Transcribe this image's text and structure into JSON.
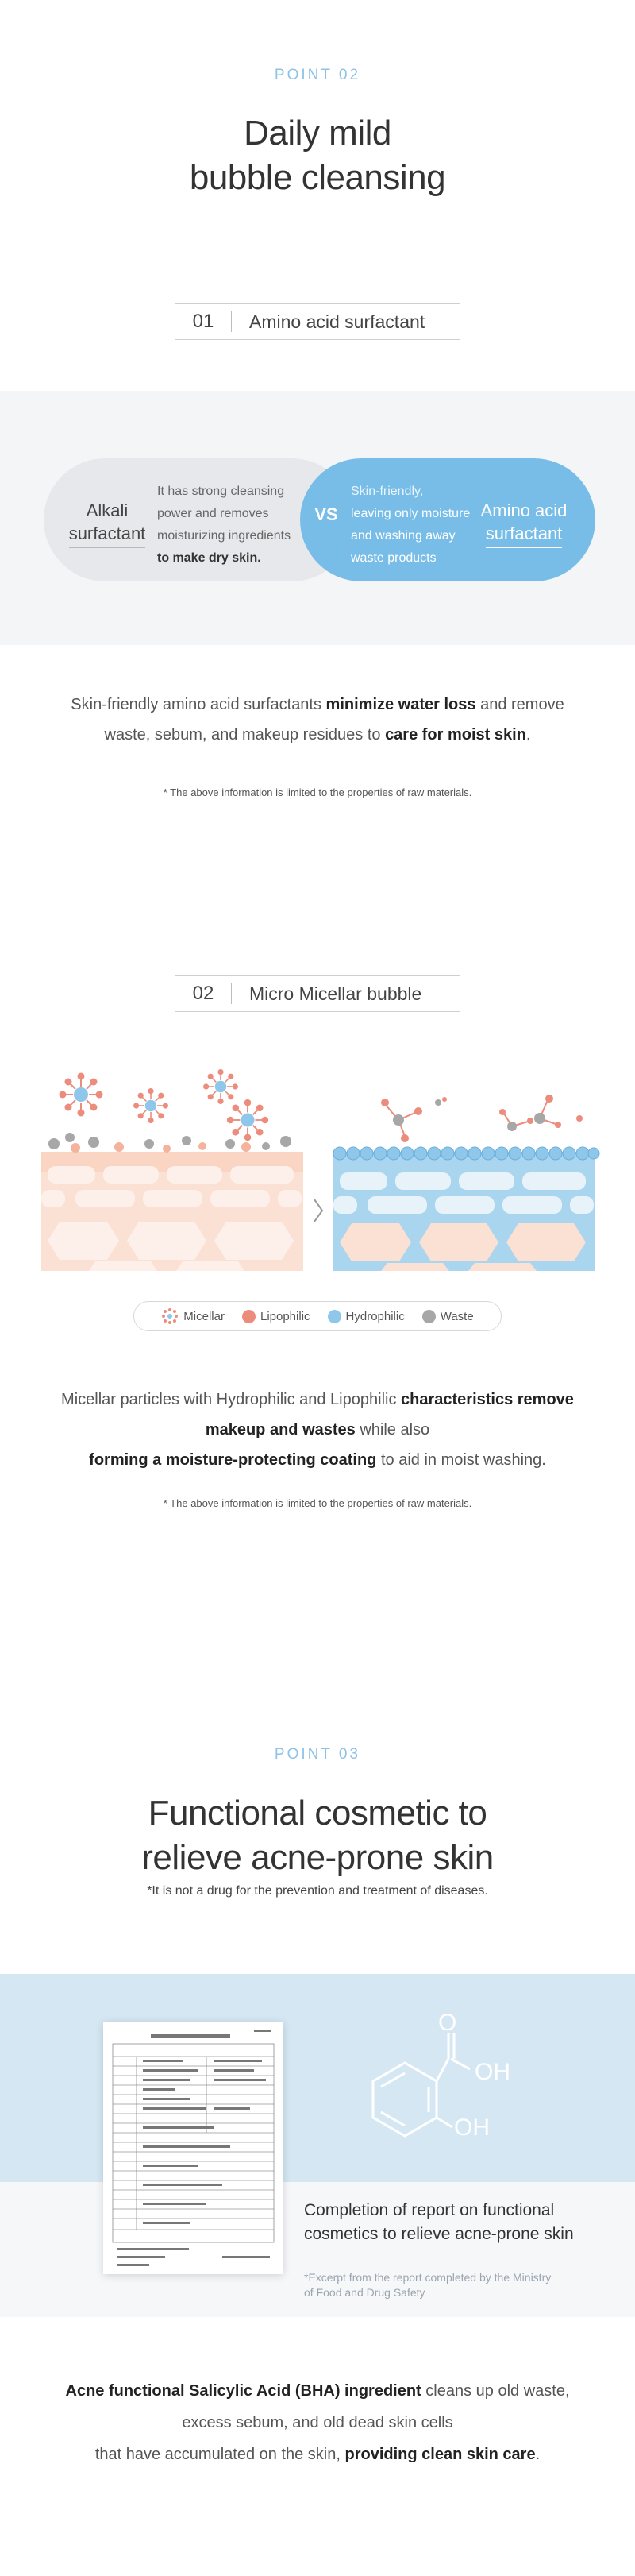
{
  "point02": {
    "label": "POINT 02",
    "title_line1": "Daily mild",
    "title_line2": "bubble cleansing"
  },
  "section01": {
    "number": "01",
    "label": "Amino acid surfactant",
    "alkali_line1": "Alkali",
    "alkali_line2": "surfactant",
    "alkali_desc1": "It has strong cleansing",
    "alkali_desc2": "power and removes",
    "alkali_desc3": "moisturizing ingredients",
    "alkali_desc4": "to make dry skin.",
    "vs": "VS",
    "amino_desc1": "Skin-friendly,",
    "amino_desc2": "leaving only moisture",
    "amino_desc3": "and washing away",
    "amino_desc4": "waste products",
    "amino_line1": "Amino acid",
    "amino_line2": "surfactant",
    "desc_a": "Skin-friendly amino acid surfactants ",
    "desc_b": "minimize water loss",
    "desc_c": " and remove",
    "desc_d": "waste, sebum, and makeup residues to ",
    "desc_e": "care for moist skin",
    "desc_f": ".",
    "note": "* The above information is limited to the properties of raw materials."
  },
  "section02": {
    "number": "02",
    "label": "Micro Micellar bubble",
    "legend": {
      "micellar": "Micellar",
      "lipophilic": "Lipophilic",
      "hydrophilic": "Hydrophilic",
      "waste": "Waste"
    },
    "desc_a": "Micellar particles with Hydrophilic and Lipophilic ",
    "desc_b": "characteristics remove",
    "desc_c": "makeup and wastes",
    "desc_d": " while also",
    "desc_e": "forming a moisture-protecting coating",
    "desc_f": " to aid in moist washing.",
    "note": "* The above information is limited to the properties of raw materials."
  },
  "point03": {
    "label": "POINT 03",
    "title_line1": "Functional cosmetic to",
    "title_line2": "relieve acne-prone skin",
    "disclaimer": "*It is not a drug for the prevention and treatment of diseases."
  },
  "report": {
    "caption_line1": "Completion of report on functional",
    "caption_line2": "cosmetics to relieve acne-prone skin",
    "note_line1": "*Excerpt from the report completed by the Ministry",
    "note_line2": "of Food and Drug Safety",
    "oh1": "OH",
    "oh2": "OH",
    "o": "O"
  },
  "bha": {
    "desc_a": "Acne functional Salicylic Acid (BHA) ingredient",
    "desc_b": " cleans up old waste,",
    "desc_c": "excess sebum, and old dead skin cells",
    "desc_d": "that have accumulated on the skin, ",
    "desc_e": "providing clean skin care",
    "desc_f": "."
  },
  "colors": {
    "accent_blue": "#77bde7",
    "point_label": "#8ec3e6",
    "lipophilic": "#ec8c7d",
    "hydrophilic": "#8fc7ea",
    "waste": "#a7a7a7"
  }
}
